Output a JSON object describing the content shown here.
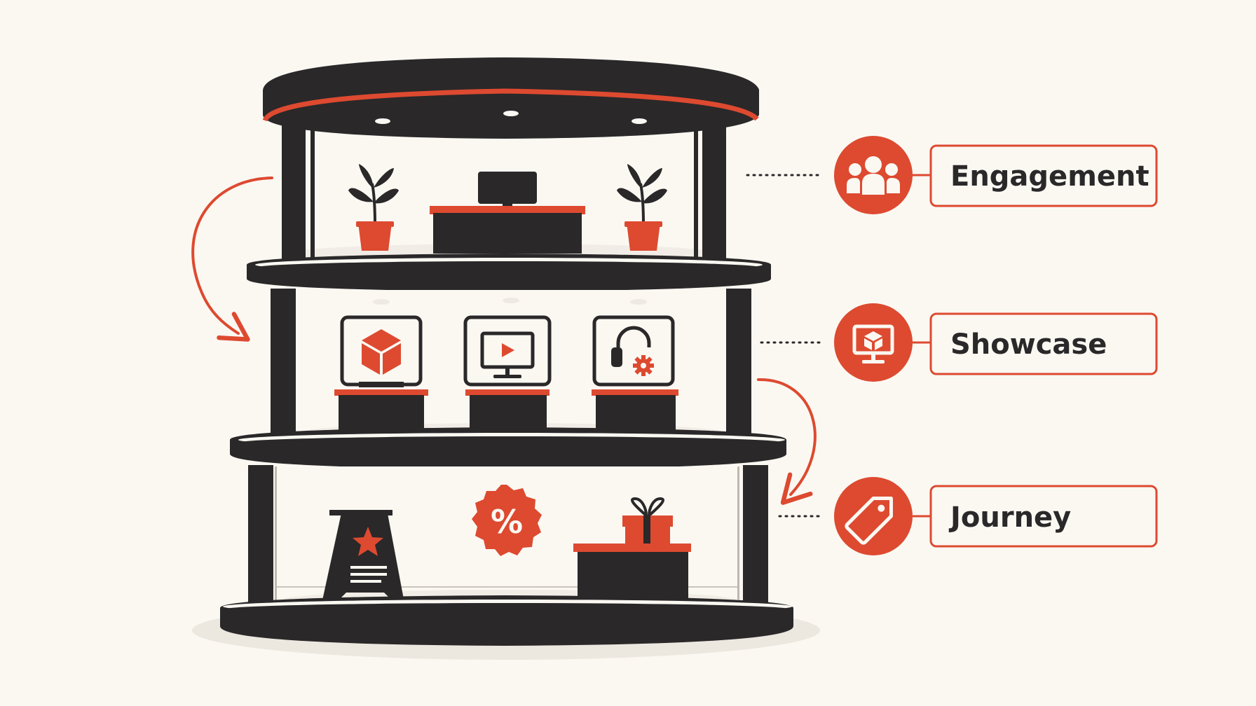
{
  "colors": {
    "dark": "#2a2829",
    "accent": "#dd4a30",
    "background": "#fbf8f2",
    "floor": "#f1ede6"
  },
  "labels": [
    {
      "text": "Engagement",
      "icon": "people-icon"
    },
    {
      "text": "Showcase",
      "icon": "display-cube-icon"
    },
    {
      "text": "Journey",
      "icon": "price-tag-icon"
    }
  ],
  "levels": [
    {
      "name": "top",
      "items": [
        "plant-icon",
        "reception-desk",
        "monitor-icon",
        "plant-icon"
      ]
    },
    {
      "name": "middle",
      "items": [
        "cube-display-icon",
        "video-monitor-icon",
        "headset-gear-icon"
      ]
    },
    {
      "name": "bottom",
      "items": [
        "a-frame-sign-icon",
        "discount-badge-icon",
        "gift-box-icon"
      ]
    }
  ],
  "badge": {
    "text": "%"
  }
}
